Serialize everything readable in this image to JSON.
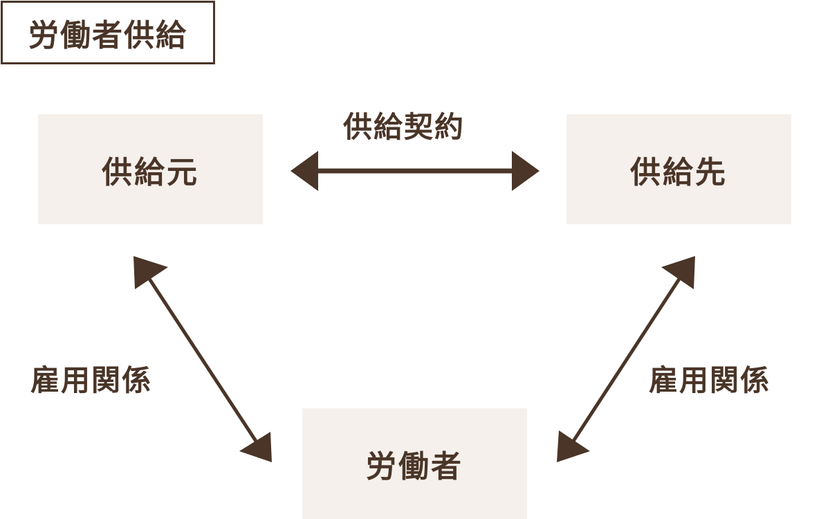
{
  "title": "労働者供給",
  "nodes": {
    "source": "供給元",
    "destination": "供給先",
    "worker": "労働者"
  },
  "relations": {
    "supply_contract": "供給契約",
    "employment_left": "雇用関係",
    "employment_right": "雇用関係"
  },
  "colors": {
    "ink": "#4a3528",
    "node_fill": "#f5f0ec",
    "background": "#ffffff"
  }
}
